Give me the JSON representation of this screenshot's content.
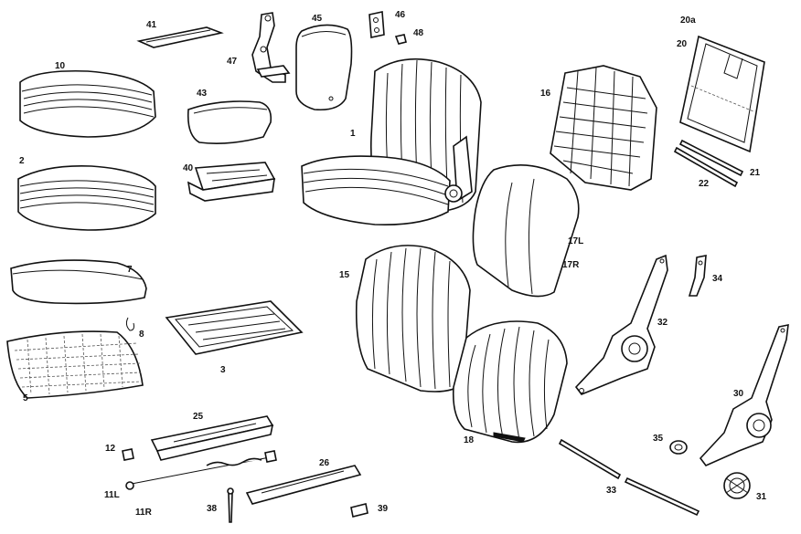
{
  "diagram": {
    "labels": {
      "p1": "1",
      "p2": "2",
      "p3": "3",
      "p5": "5",
      "p7": "7",
      "p8": "8",
      "p10": "10",
      "p11L": "11L",
      "p11R": "11R",
      "p12": "12",
      "p15": "15",
      "p16": "16",
      "p17L": "17L",
      "p17R": "17R",
      "p18": "18",
      "p20": "20",
      "p20a": "20a",
      "p21": "21",
      "p22": "22",
      "p25": "25",
      "p26": "26",
      "p30": "30",
      "p31": "31",
      "p32": "32",
      "p33": "33",
      "p34": "34",
      "p35": "35",
      "p38": "38",
      "p39": "39",
      "p40": "40",
      "p41": "41",
      "p43": "43",
      "p45": "45",
      "p46": "46",
      "p47": "47",
      "p48": "48"
    }
  }
}
